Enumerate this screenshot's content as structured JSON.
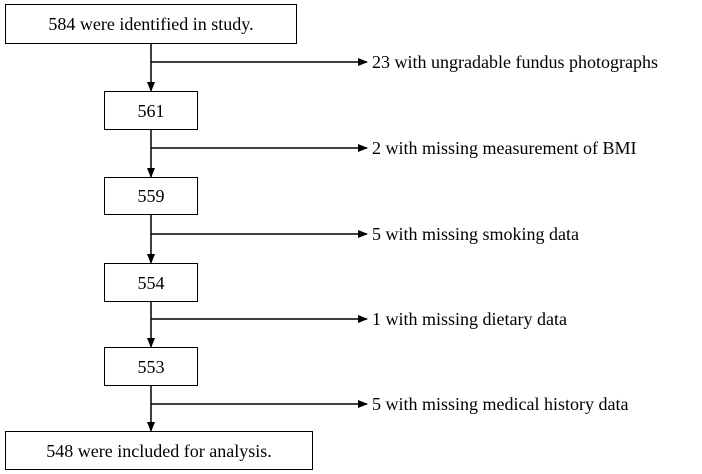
{
  "flowchart": {
    "start": "584 were identified in study.",
    "steps": [
      {
        "exclusion": "23 with ungradable fundus photographs",
        "remaining": "561"
      },
      {
        "exclusion": "2 with missing measurement of BMI",
        "remaining": "559"
      },
      {
        "exclusion": "5 with missing smoking data",
        "remaining": "554"
      },
      {
        "exclusion": "1 with missing dietary data",
        "remaining": "553"
      },
      {
        "exclusion": "5 with missing medical history data",
        "remaining": "548 were included for analysis."
      }
    ]
  }
}
